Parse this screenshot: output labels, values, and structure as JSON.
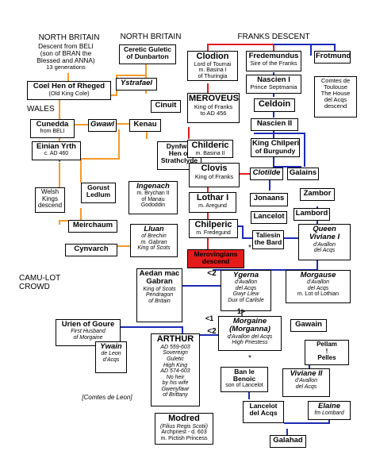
{
  "headers": {
    "north_britain_left": "NORTH BRITAIN",
    "north_britain_center": "NORTH BRITAIN",
    "franks_descent": "FRANKS DESCENT",
    "wales": "WALES",
    "camulot": [
      "CAMU-LOT",
      "CROWD"
    ],
    "comtes_de_leon": "[Comtes de Leon]"
  },
  "descent_note": [
    "Descent from BELI",
    "(son of BRAN the",
    "Blessed and ANNA)",
    "13 generations"
  ],
  "people": {
    "ceretic": {
      "name": [
        "Ceretic Guletic",
        "of Dunbarton"
      ]
    },
    "coel": {
      "name": "Coel Hen of Rheged",
      "sub": "(Old King Cole)"
    },
    "ystrafael": {
      "name": "Ystrafael"
    },
    "cinuit": {
      "name": "Cinuit"
    },
    "cunedda": {
      "name": "Cunedda",
      "sub": "from BELI"
    },
    "gwawl": {
      "name": "Gwawl"
    },
    "kenau": {
      "name": "Kenau"
    },
    "dynfwal": {
      "name": [
        "Dynfwal",
        "Hen of",
        "Strathclyde"
      ]
    },
    "einian": {
      "name": "Einian Yrth",
      "sub": "c. AD 460"
    },
    "welsh": {
      "name": [
        "Welsh",
        "Kings",
        "descend"
      ]
    },
    "gorust": {
      "name": [
        "Gorust",
        "Ledlum"
      ]
    },
    "ingenach": {
      "name": "Ingenach",
      "sub": [
        "m. Brychan II",
        "of Manau",
        "Gododdin"
      ]
    },
    "meirchaum": {
      "name": "Meirchaum"
    },
    "lluan": {
      "name": "Lluan",
      "sub": [
        "of Brechin",
        "m. Gabran",
        "King of Scots"
      ]
    },
    "cynvarch": {
      "name": "Cynvarch"
    },
    "clodion": {
      "name": "Clodion",
      "sub": [
        "Lord of Tournai",
        "m. Basina I",
        "of Thuringia"
      ]
    },
    "fredemundus": {
      "name": "Fredemundus",
      "sub": "Sire of the Franks"
    },
    "frotmund": {
      "name": "Frotmund"
    },
    "nascien1": {
      "name": "Nascien I",
      "sub": "Prince Septmania"
    },
    "meroveus": {
      "name": "MEROVEUS",
      "sub": [
        "King of Franks",
        "to AD 456"
      ]
    },
    "celdoin": {
      "name": "Celdoin"
    },
    "comtes_toulouse": {
      "name": [
        "Comtes de",
        "Toulouse",
        "The House",
        "del Acqs",
        "descend"
      ]
    },
    "nascien2": {
      "name": "Nascien II"
    },
    "childeric": {
      "name": "Childeric",
      "sub": "m. Basina II"
    },
    "chilperic_burgundy": {
      "name": [
        "King Chilperic",
        "of Burgundy"
      ]
    },
    "clovis": {
      "name": "Clovis",
      "sub": "King of Franks"
    },
    "clotilde": {
      "name": "Clotilde"
    },
    "galains": {
      "name": "Galains"
    },
    "jonaans": {
      "name": "Jonaans"
    },
    "zambor": {
      "name": "Zambor"
    },
    "lothar": {
      "name": "Lothar I",
      "sub": "m. Aregund"
    },
    "lancelot_top": {
      "name": "Lancelot"
    },
    "lambord": {
      "name": "Lambord"
    },
    "chilperic": {
      "name": "Chilperic",
      "sub": "m. Fredegund"
    },
    "taliesin": {
      "name": [
        "Taliesin",
        "the Bard"
      ]
    },
    "viviane1": {
      "name": [
        "Queen",
        "Viviane I"
      ],
      "sub": [
        "d'Avallon",
        "del Acqs"
      ]
    },
    "merovingians": {
      "name": [
        "Merovingians",
        "descend"
      ]
    },
    "aedan": {
      "name": [
        "Aedan mac",
        "Gabran"
      ],
      "sub": [
        "King of Scots",
        "Pendragon",
        "of Britain"
      ]
    },
    "ygerna": {
      "name": "Ygerna",
      "sub": [
        "d'Avallon",
        "del Acqs",
        "Gwyr Llew",
        "Dux of Carlisle"
      ]
    },
    "morgause": {
      "name": "Morgause",
      "sub": [
        "d'Avallon",
        "del Acqs",
        "m. Lot of Lothian"
      ]
    },
    "morgaine": {
      "name": [
        "Morgaine",
        "(Morganna)"
      ],
      "sub": [
        "d'Avallon del Acqs",
        "High Priestess"
      ]
    },
    "urien": {
      "name": "Urien of Goure",
      "sub": [
        "First Husband",
        "of Morgaine"
      ]
    },
    "arthur": {
      "name": "ARTHUR",
      "sub": [
        "AD 559-603",
        "Sovereign",
        "Guletic",
        "High King",
        "AD 574-603",
        "No heir",
        "by his wife",
        "Gwenyfawr",
        "of Brittany"
      ]
    },
    "gawain": {
      "name": "Gawain"
    },
    "pellam": {
      "name": [
        "Pellam",
        "!",
        "Pelles"
      ]
    },
    "ywain": {
      "name": "Ywain",
      "sub": [
        "de Leon",
        "d'Acqs"
      ]
    },
    "ban": {
      "name": [
        "Ban le",
        "Benoic"
      ],
      "sub": "son of Lancelot"
    },
    "viviane2": {
      "name": "Viviane II",
      "sub": [
        "d'Avallon",
        "del Acqs"
      ]
    },
    "modred": {
      "name": "Modred",
      "sub": [
        "(Filius Regis Scotii)",
        "Archpriest - d. 603",
        "m. Pictish Princess"
      ]
    },
    "lancelot_acqs": {
      "name": [
        "Lancelot",
        "del Acqs"
      ]
    },
    "elaine": {
      "name": "Elaine",
      "sub": "fm Lombard"
    },
    "galahad": {
      "name": "Galahad"
    }
  },
  "annotations": {
    "lt2_a": "<2",
    "gt1": "1>",
    "lt1": "<1",
    "lt2_b": "<2",
    "star_lancelot": "*",
    "star_ban": "*"
  },
  "colors": {
    "orange": "#f39a2b",
    "blue": "#1d2bb3",
    "red": "#e31b1b",
    "black": "#000000"
  }
}
